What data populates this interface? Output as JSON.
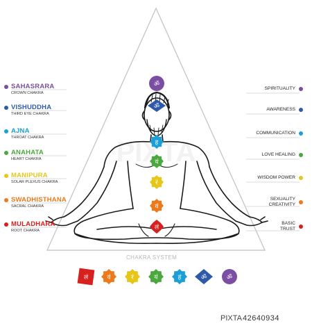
{
  "chakras_left": [
    {
      "name": "SAHASRARA",
      "sub": "CROWN CHAKRA",
      "color": "#7a4ea3"
    },
    {
      "name": "VISHUDDHA",
      "sub": "THIRD EYE CHAKRA",
      "color": "#2e5aa8"
    },
    {
      "name": "AJNA",
      "sub": "THROAT CHAKRA",
      "color": "#1a9fd8"
    },
    {
      "name": "ANAHATA",
      "sub": "HEART CHAKRA",
      "color": "#4aa83e"
    },
    {
      "name": "MANIPURA",
      "sub": "SOLAR PLEXUS CHAKRA",
      "color": "#e7c61a"
    },
    {
      "name": "SWADHISTHANA",
      "sub": "SACRAL CHAKRA",
      "color": "#ec7a1c"
    },
    {
      "name": "MULADHARA",
      "sub": "ROOT  CHAKRA",
      "color": "#d6211f"
    }
  ],
  "chakras_right": [
    {
      "text": "SPIRITUALITY"
    },
    {
      "text": "AWARENESS"
    },
    {
      "text": "COMMUNICATION"
    },
    {
      "text": "LOVE HEALING"
    },
    {
      "text": "WISDOM POWER"
    },
    {
      "text": "SEXUALITY\nCREATIVITY"
    },
    {
      "text": "BASIC\nTRUST"
    }
  ],
  "title": "CHAKRA SYSTEM",
  "body_symbols": [
    "ॐ",
    "ॐ",
    "ह",
    "यं",
    "रं",
    "वं",
    "लं"
  ],
  "bottom_symbols": [
    "लं",
    "वं",
    "रं",
    "यं",
    "हं",
    "ॐ",
    "ॐ"
  ],
  "footer": {
    "brand": "PIXTA",
    "stock_id": "42640934"
  },
  "watermark": "PIXTA"
}
